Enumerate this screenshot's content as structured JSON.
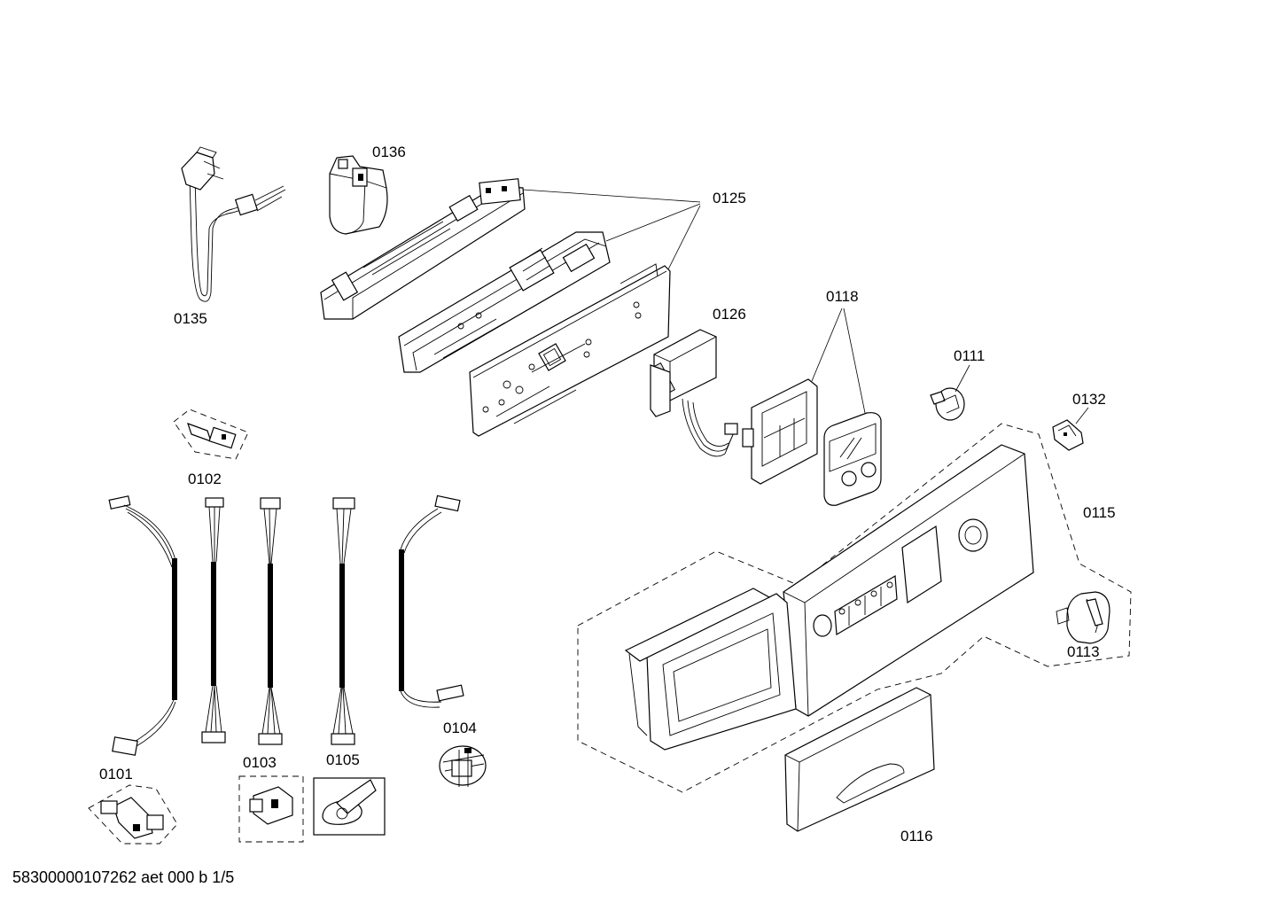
{
  "diagram": {
    "labels": {
      "p0101": "0101",
      "p0102": "0102",
      "p0103": "0103",
      "p0104": "0104",
      "p0105": "0105",
      "p0111": "0111",
      "p0113": "0113",
      "p0115": "0115",
      "p0116": "0116",
      "p0118": "0118",
      "p0125": "0125",
      "p0126": "0126",
      "p0132": "0132",
      "p0135": "0135",
      "p0136": "0136"
    }
  },
  "footer": {
    "doc_id": "58300000107262 aet 000 b 1/5"
  }
}
